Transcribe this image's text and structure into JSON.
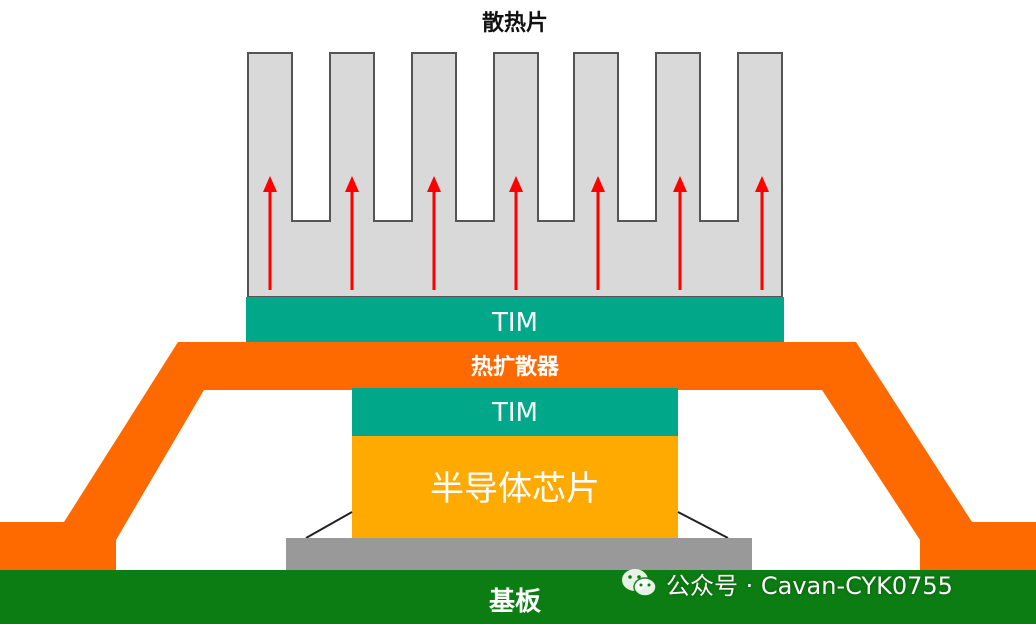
{
  "labels": {
    "heatsink": "散热片",
    "tim_top": "TIM",
    "heat_spreader": "热扩散器",
    "tim_bottom": "TIM",
    "chip": "半导体芯片",
    "substrate": "基板"
  },
  "watermark": {
    "text": "公众号 · Cavan-CYK0755",
    "icon": "wechat-icon"
  },
  "heat_flow_arrows": 7,
  "colors": {
    "heatsink": "#d9d9d9",
    "tim": "#00a88a",
    "heat_spreader": "#ff6a00",
    "chip": "#ffaa00",
    "die_base": "#999999",
    "substrate": "#0c7d12",
    "arrow": "#ff0000"
  }
}
